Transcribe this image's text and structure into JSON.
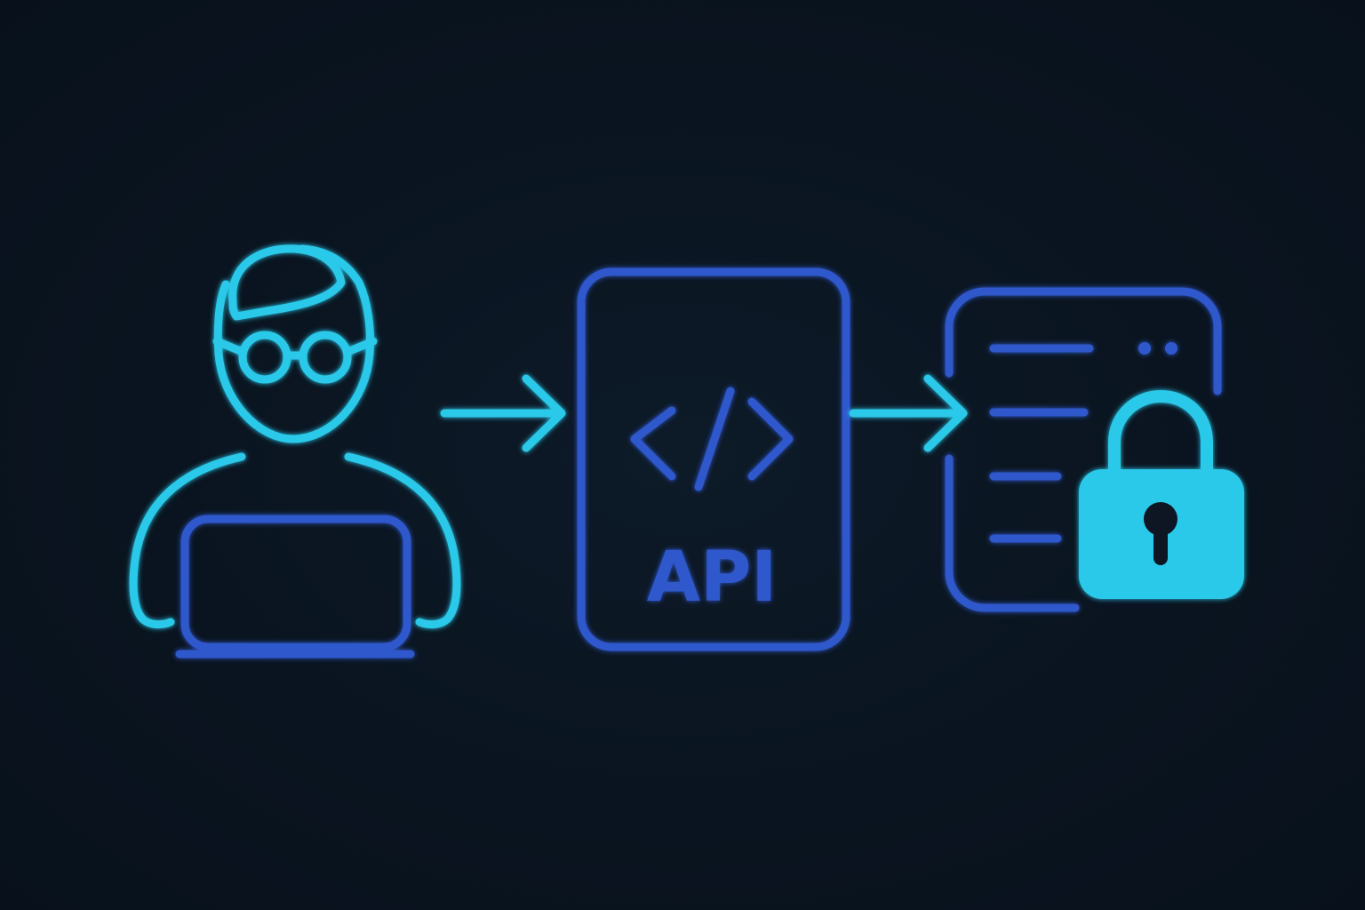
{
  "colors": {
    "background": "#0a1622",
    "cyan": "#29c9ea",
    "blue": "#2f58cc"
  },
  "nodes": [
    {
      "id": "developer",
      "icon": "developer-with-laptop-icon"
    },
    {
      "id": "api",
      "icon": "code-brackets-icon",
      "label": "API"
    },
    {
      "id": "secured-document",
      "icon": "document-with-padlock-icon"
    }
  ],
  "edges": [
    {
      "from": "developer",
      "to": "api",
      "icon": "arrow-right-icon"
    },
    {
      "from": "api",
      "to": "secured-document",
      "icon": "arrow-right-icon"
    }
  ]
}
